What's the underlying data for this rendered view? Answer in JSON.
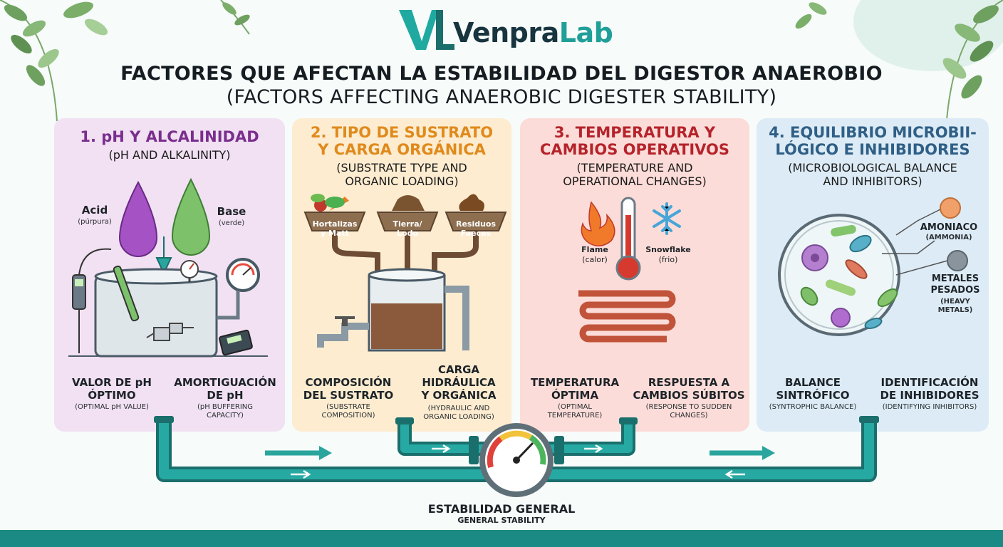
{
  "brand": {
    "name_part1": "Venpra",
    "name_part2": "Lab"
  },
  "title": {
    "es": "FACTORES QUE AFECTAN LA ESTABILIDAD DEL DIGESTOR ANAEROBIO",
    "en": "(FACTORS AFFECTING ANAEROBIC DIGESTER STABILITY)"
  },
  "panels": [
    {
      "title_lines": [
        "1. pH Y ALCALINIDAD"
      ],
      "subtitle_lines": [
        "(pH AND ALKALINITY)"
      ],
      "drops": [
        {
          "label": "Acid",
          "sub": "(púrpura)"
        },
        {
          "label": "Base",
          "sub": "(verde)"
        }
      ],
      "factors": [
        {
          "lines": [
            "VALOR DE pH",
            "ÓPTIMO"
          ],
          "en": [
            "(OPTIMAL pH VALUE)"
          ]
        },
        {
          "lines": [
            "AMORTIGUACIÓN",
            "DE pH"
          ],
          "en": [
            "(pH BUFFERING",
            "CAPACITY)"
          ]
        }
      ]
    },
    {
      "title_lines": [
        "2. TIPO DE SUSTRATO",
        "Y CARGA ORGÁNICA"
      ],
      "subtitle_lines": [
        "(SUBSTRATE TYPE AND",
        "ORGANIC LOADING)"
      ],
      "bowls": [
        {
          "lines": [
            "Hortalizas",
            "y Matt"
          ]
        },
        {
          "lines": [
            "Tierra/",
            "Lodo"
          ]
        },
        {
          "lines": [
            "Residuos",
            "Faeces"
          ]
        }
      ],
      "factors": [
        {
          "lines": [
            "COMPOSICIÓN",
            "DEL SUSTRATO"
          ],
          "en": [
            "(SUBSTRATE",
            "COMPOSITION)"
          ]
        },
        {
          "lines": [
            "CARGA",
            "HIDRÁULICA",
            "Y ORGÁNICA"
          ],
          "en": [
            "(HYDRAULIC AND",
            "ORGANIC LOADING)"
          ]
        }
      ]
    },
    {
      "title_lines": [
        "3. TEMPERATURA Y",
        "CAMBIOS OPERATIVOS"
      ],
      "subtitle_lines": [
        "(TEMPERATURE AND",
        "OPERATIONAL CHANGES)"
      ],
      "icons": [
        {
          "label": "Flame",
          "sub": "(calor)"
        },
        {
          "label": "Snowflake",
          "sub": "(frio)"
        }
      ],
      "factors": [
        {
          "lines": [
            "TEMPERATURA",
            "ÓPTIMA"
          ],
          "en": [
            "(OPTIMAL",
            "TEMPERATURE)"
          ]
        },
        {
          "lines": [
            "RESPUESTA A",
            "CAMBIOS SÚBITOS"
          ],
          "en": [
            "(RESPONSE TO SUDDEN",
            "CHANGES)"
          ]
        }
      ]
    },
    {
      "title_lines": [
        "4. EQUILIBRIO MICROBII-",
        "LÓGICO E INHIBIDORES"
      ],
      "subtitle_lines": [
        "(MICROBIOLOGICAL BALANCE",
        "AND INHIBITORS)"
      ],
      "inhibitors": [
        {
          "lines": [
            "AMONIACO"
          ],
          "en": [
            "(AMMONIA)"
          ]
        },
        {
          "lines": [
            "METALES",
            "PESADOS"
          ],
          "en": [
            "(HEAVY",
            "METALS)"
          ]
        }
      ],
      "factors": [
        {
          "lines": [
            "BALANCE",
            "SINTRÓFICO"
          ],
          "en": [
            "(SYNTROPHIC BALANCE)"
          ]
        },
        {
          "lines": [
            "IDENTIFICACIÓN",
            "DE INHIBIDORES"
          ],
          "en": [
            "(IDENTIFYING INHIBITORS)"
          ]
        }
      ]
    }
  ],
  "footer": {
    "title": "ESTABILIDAD GENERAL",
    "subtitle": "GENERAL STABILITY"
  },
  "colors": {
    "panel1": "#f1e1f2",
    "panel2": "#fdecd0",
    "panel3": "#fcdcd8",
    "panel4": "#dcebf5",
    "title1": "#7a2e8e",
    "title2": "#e08a1c",
    "title3": "#b5232b",
    "title4": "#2f5f86",
    "pipe": "#27a9a3",
    "pipe_dark": "#1a6f6c",
    "band": "#1b8a85"
  }
}
